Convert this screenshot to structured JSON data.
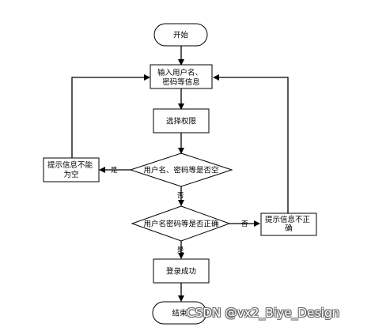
{
  "diagram": {
    "nodes": {
      "start": {
        "lines": [
          "开始"
        ]
      },
      "input": {
        "lines": [
          "输入用户名、",
          "密码等信息"
        ]
      },
      "select_role": {
        "lines": [
          "选择权限"
        ]
      },
      "check_empty": {
        "lines": [
          "用户名、密码等是否空"
        ]
      },
      "prompt_empty": {
        "lines": [
          "提示信息不能",
          "为空"
        ]
      },
      "check_correct": {
        "lines": [
          "用户名密码等是否正确"
        ]
      },
      "prompt_incorrect": {
        "lines": [
          "提示信息不正",
          "确"
        ]
      },
      "login_success": {
        "lines": [
          "登录成功"
        ]
      },
      "end": {
        "lines": [
          "结束"
        ]
      }
    },
    "edge_labels": {
      "empty_yes": "是",
      "empty_no": "否",
      "correct_no": "否",
      "correct_yes": "是"
    }
  },
  "watermark": "CSDN @vx2_Biye_Design"
}
